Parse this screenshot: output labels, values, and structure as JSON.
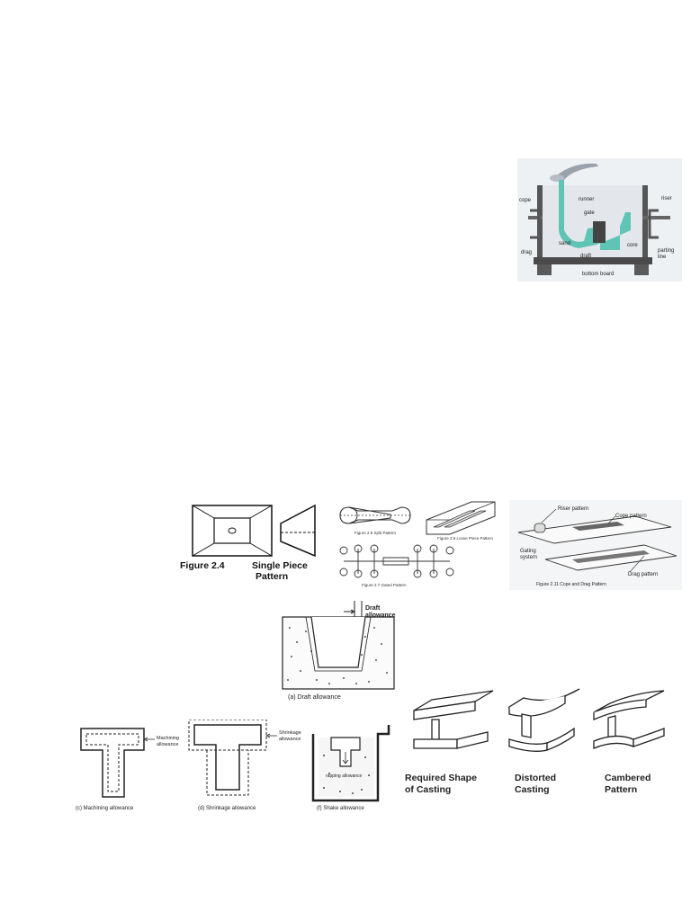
{
  "mold": {
    "labels": {
      "cope": "cope",
      "riser": "riser",
      "runner": "runner",
      "gate": "gate",
      "sand": "sand",
      "core": "core",
      "drag": "drag",
      "draft": "draft",
      "parting_line_1": "parting",
      "parting_line_2": "line",
      "bottom_board": "bottom board"
    },
    "colors": {
      "metal": "#5fc4b4",
      "frame": "#555555",
      "panel": "#eef1f4"
    }
  },
  "single_piece": {
    "caption_fig": "Figure 2.4",
    "caption_line1": "Single Piece",
    "caption_line2": "Pattern"
  },
  "patterns": {
    "split": "Figure 2.5   Split Pattern",
    "loose": "Figure 2.6   Loose Piece Pattern",
    "gated": "Figure 2.7   Gated Pattern"
  },
  "cope_drag": {
    "riser": "Riser pattern",
    "cope": "Cope pattern",
    "gating_1": "Gating",
    "gating_2": "system",
    "drag": "Drag pattern",
    "caption": "Figure 2.11   Cope and Drag Pattern"
  },
  "draft": {
    "arrow_label_1": "Draft",
    "arrow_label_2": "allowance",
    "caption": "(a) Draft allowance"
  },
  "allowances": {
    "machining_label_1": "Machining",
    "machining_label_2": "allowance",
    "machining_caption": "(c) Machining allowance",
    "shrinkage_label_1": "Shrinkage",
    "shrinkage_label_2": "allowance",
    "shrinkage_caption": "(d) Shrinkage allowance",
    "shake_inner": "rapping allowance",
    "shake_caption": "(f) Shake allowance"
  },
  "distortion": {
    "required_1": "Required Shape",
    "required_2": "of Casting",
    "distorted_1": "Distorted",
    "distorted_2": "Casting",
    "cambered_1": "Cambered",
    "cambered_2": "Pattern"
  }
}
